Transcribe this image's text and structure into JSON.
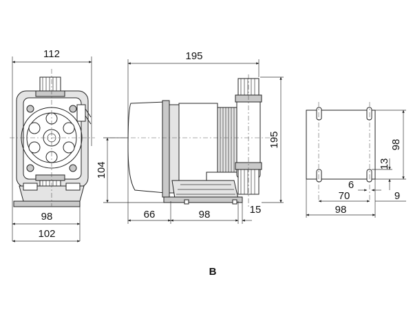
{
  "colors": {
    "line": "#222222",
    "body": "#e4e4e4",
    "shade": "#c9c9c9",
    "background": "#ffffff"
  },
  "front_view": {
    "width_top": "112",
    "width_base_inner": "98",
    "width_base_outer": "102"
  },
  "side_view": {
    "length_total": "195",
    "height_total": "195",
    "shaft_height": "104",
    "front_offset": "66",
    "base_length": "98",
    "foot_offset": "15"
  },
  "bracket_view": {
    "height": "98",
    "slot_height": "13",
    "slot_width": "6",
    "hole_spacing": "70",
    "width": "98",
    "edge_offset": "9"
  },
  "caption": "B"
}
